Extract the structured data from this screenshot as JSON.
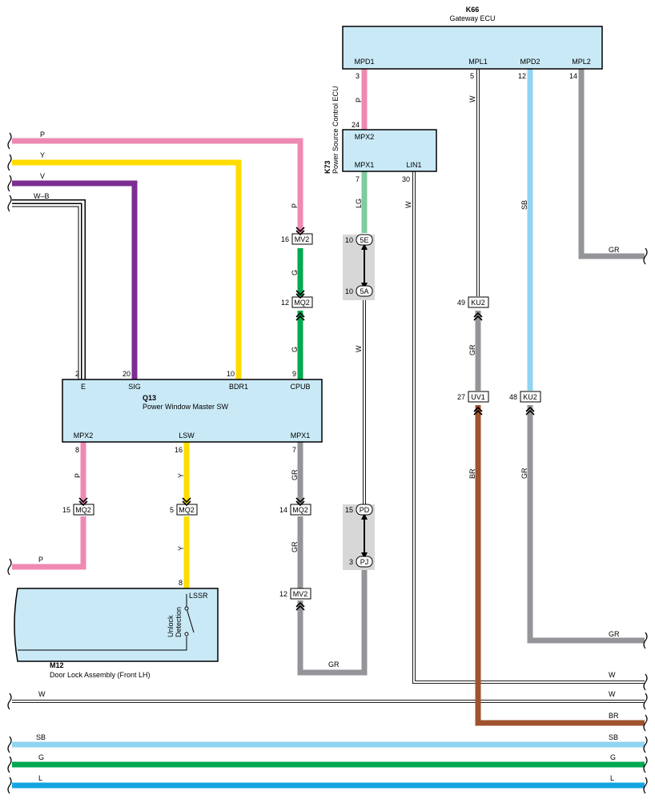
{
  "components": {
    "k66": {
      "ref": "K66",
      "name": "Gateway ECU",
      "pins": {
        "mpd1": "MPD1",
        "mpl1": "MPL1",
        "mpd2": "MPD2",
        "mpl2": "MPL2"
      }
    },
    "k73": {
      "ref": "K73",
      "name": "Power Source Control ECU",
      "pins": {
        "mpx2": "MPX2",
        "mpx1": "MPX1",
        "lin1": "LIN1"
      }
    },
    "q13": {
      "ref": "Q13",
      "name": "Power Window Master SW",
      "pins": {
        "e": "E",
        "sig": "SIG",
        "bdr1": "BDR1",
        "cpub": "CPUB",
        "mpx2": "MPX2",
        "lsw": "LSW",
        "mpx1": "MPX1"
      }
    },
    "m12": {
      "ref": "M12",
      "name": "Door Lock Assembly (Front LH)",
      "pin": "LSSR",
      "switch_label_1": "Unlock",
      "switch_label_2": "Detection"
    }
  },
  "pin_numbers": {
    "k66_mpd1": "3",
    "k66_mpl1": "5",
    "k66_mpd2": "12",
    "k66_mpl2": "14",
    "k73_mpx2": "24",
    "k73_mpx1": "7",
    "k73_lin1": "30",
    "q13_e": "2",
    "q13_sig": "20",
    "q13_bdr1": "10",
    "q13_cpub": "9",
    "q13_mpx2": "8",
    "q13_lsw": "16",
    "q13_mpx1": "7",
    "m12_lssr": "8"
  },
  "connectors": {
    "mv2_top": {
      "label": "MV2",
      "pin": "16"
    },
    "mq2_top": {
      "label": "MQ2",
      "pin": "12"
    },
    "c5e": {
      "label": "5E",
      "pin": "10"
    },
    "c5a": {
      "label": "5A",
      "pin": "10"
    },
    "ku2_49": {
      "label": "KU2",
      "pin": "49"
    },
    "uv1": {
      "label": "UV1",
      "pin": "27"
    },
    "ku2_48": {
      "label": "KU2",
      "pin": "48"
    },
    "mq2_15": {
      "label": "MQ2",
      "pin": "15"
    },
    "mq2_5": {
      "label": "MQ2",
      "pin": "5"
    },
    "mq2_14": {
      "label": "MQ2",
      "pin": "14"
    },
    "pd": {
      "label": "PD",
      "pin": "15"
    },
    "pj": {
      "label": "PJ",
      "pin": "3"
    },
    "mv2_bottom": {
      "label": "MV2",
      "pin": "12"
    }
  },
  "wire_labels": {
    "p_top_left": "P",
    "y_top_left": "Y",
    "v_top_left": "V",
    "wb_top_left": "W–B",
    "p_to_mv2": "P",
    "g_mv2_mq2": "G",
    "g_mq2_cpub": "G",
    "p_k66_k73": "P",
    "w_mpl1": "W",
    "sb_mpd2": "SB",
    "gr_mpl2": "GR",
    "lg_mpx1": "LG",
    "w_lin1": "W",
    "w_5a_pd": "W",
    "gr_ku2_uv1": "GR",
    "br_uv1": "BR",
    "gr_ku2_48": "GR",
    "p_mpx2": "P",
    "y_lsw": "Y",
    "gr_mpx1": "GR",
    "p_left_bottom": "P",
    "y_mq2_m12": "Y",
    "gr_mq2_mv2": "GR",
    "gr_bottom_loop": "GR",
    "gr_right_mid": "GR",
    "w_right_1": "W",
    "w_left_bus": "W",
    "w_right_bus": "W",
    "br_right": "BR",
    "sb_left": "SB",
    "sb_right": "SB",
    "g_left": "G",
    "g_right": "G",
    "l_left": "L",
    "l_right": "L"
  },
  "colors": {
    "pink": "#ee89b4",
    "yellow": "#ffdc00",
    "violet": "#7b2d91",
    "green": "#00a850",
    "light_green": "#7ecc9d",
    "sky": "#8fd4f2",
    "gray": "#939598",
    "brown": "#a0522d",
    "blue": "#14a5df",
    "ecu_fill": "#c9e9f6",
    "splice_fill": "#d7d7d7"
  }
}
